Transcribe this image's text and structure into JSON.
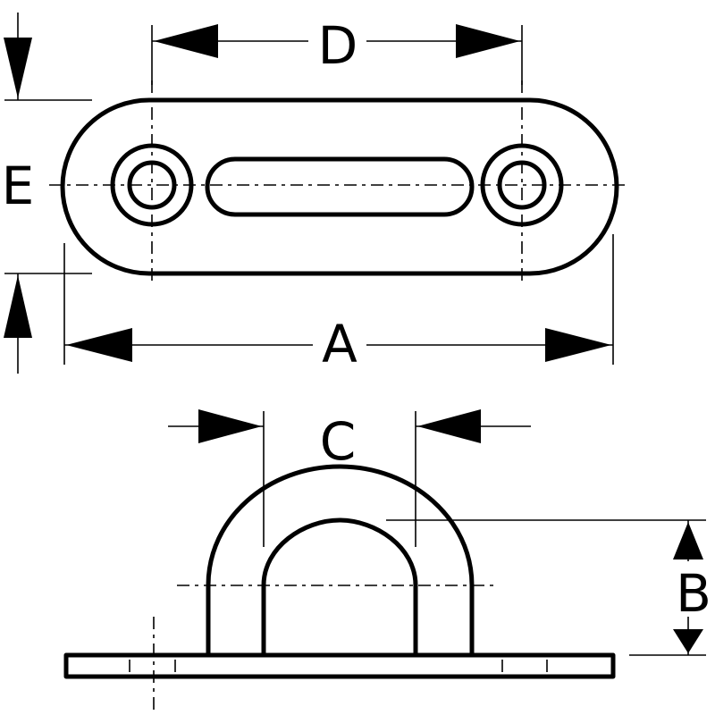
{
  "dimensions": {
    "A": "A",
    "B": "B",
    "C": "C",
    "D": "D",
    "E": "E"
  },
  "colors": {
    "line": "#000000",
    "background": "#ffffff"
  }
}
